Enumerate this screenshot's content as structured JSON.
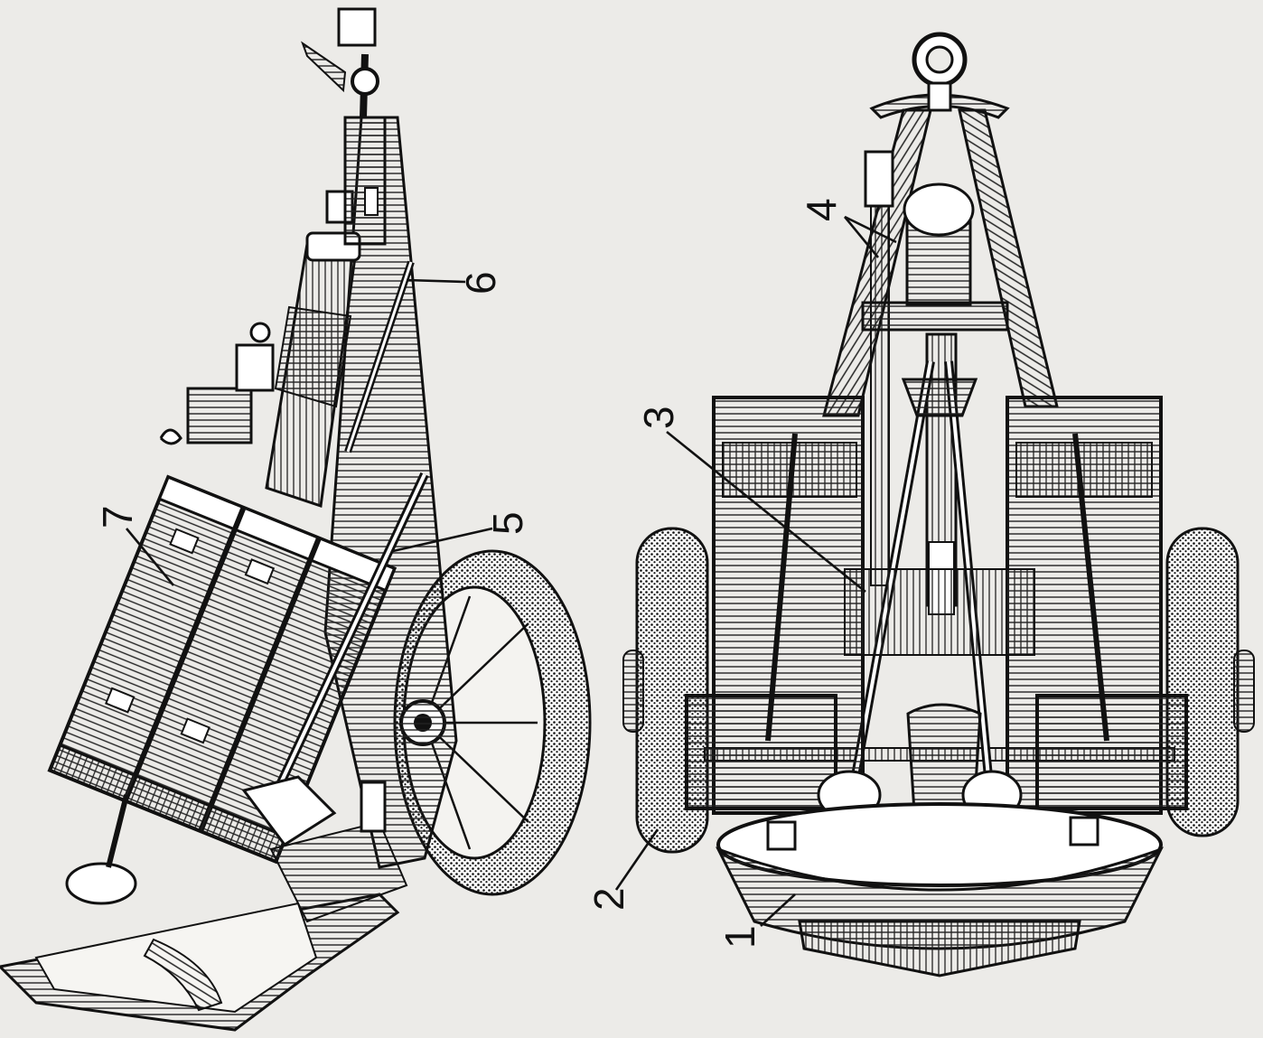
{
  "colors": {
    "paper": "#ecebe8",
    "ink": "#111111"
  },
  "callouts": [
    {
      "id": "1",
      "text": "1"
    },
    {
      "id": "2",
      "text": "2"
    },
    {
      "id": "3",
      "text": "3"
    },
    {
      "id": "4",
      "text": "4"
    },
    {
      "id": "5",
      "text": "5"
    },
    {
      "id": "6",
      "text": "6"
    },
    {
      "id": "7",
      "text": "7"
    }
  ]
}
